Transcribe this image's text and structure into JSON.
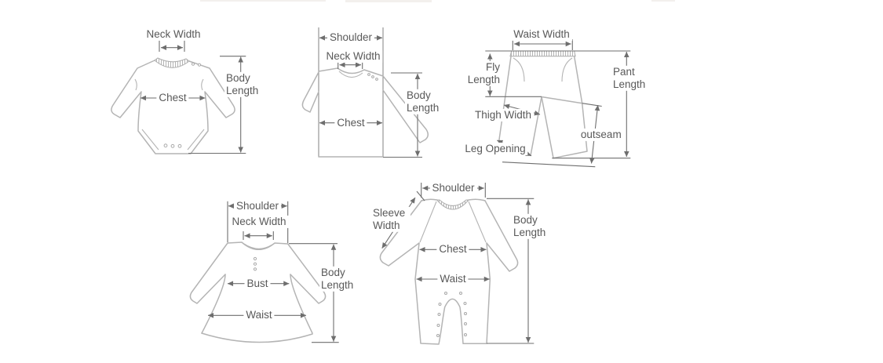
{
  "page": {
    "background": "#ffffff",
    "colors": {
      "garment_outline": "#b4b4b4",
      "measure_line": "#6e6e6e",
      "label_text": "#595959"
    }
  },
  "diagrams": {
    "bodysuit": {
      "garment": "baby bodysuit",
      "labels": {
        "neck_width": "Neck Width",
        "chest": "Chest",
        "body_length": "Body Length"
      }
    },
    "top": {
      "garment": "long-sleeve top",
      "labels": {
        "shoulder": "Shoulder",
        "neck_width": "Neck Width",
        "chest": "Chest",
        "body_length": "Body Length"
      }
    },
    "pants": {
      "garment": "pants",
      "labels": {
        "waist_width": "Waist Width",
        "fly_length": "Fly Length",
        "thigh_width": "Thigh Width",
        "leg_opening": "Leg Opening",
        "outseam": "outseam",
        "pant_length": "Pant Length"
      }
    },
    "dress": {
      "garment": "dress",
      "labels": {
        "shoulder": "Shoulder",
        "neck_width": "Neck Width",
        "bust": "Bust",
        "waist": "Waist",
        "body_length": "Body Length"
      }
    },
    "romper": {
      "garment": "romper",
      "labels": {
        "shoulder": "Shoulder",
        "sleeve_width": "Sleeve Width",
        "chest": "Chest",
        "waist": "Waist",
        "body_length": "Body Length"
      }
    }
  }
}
